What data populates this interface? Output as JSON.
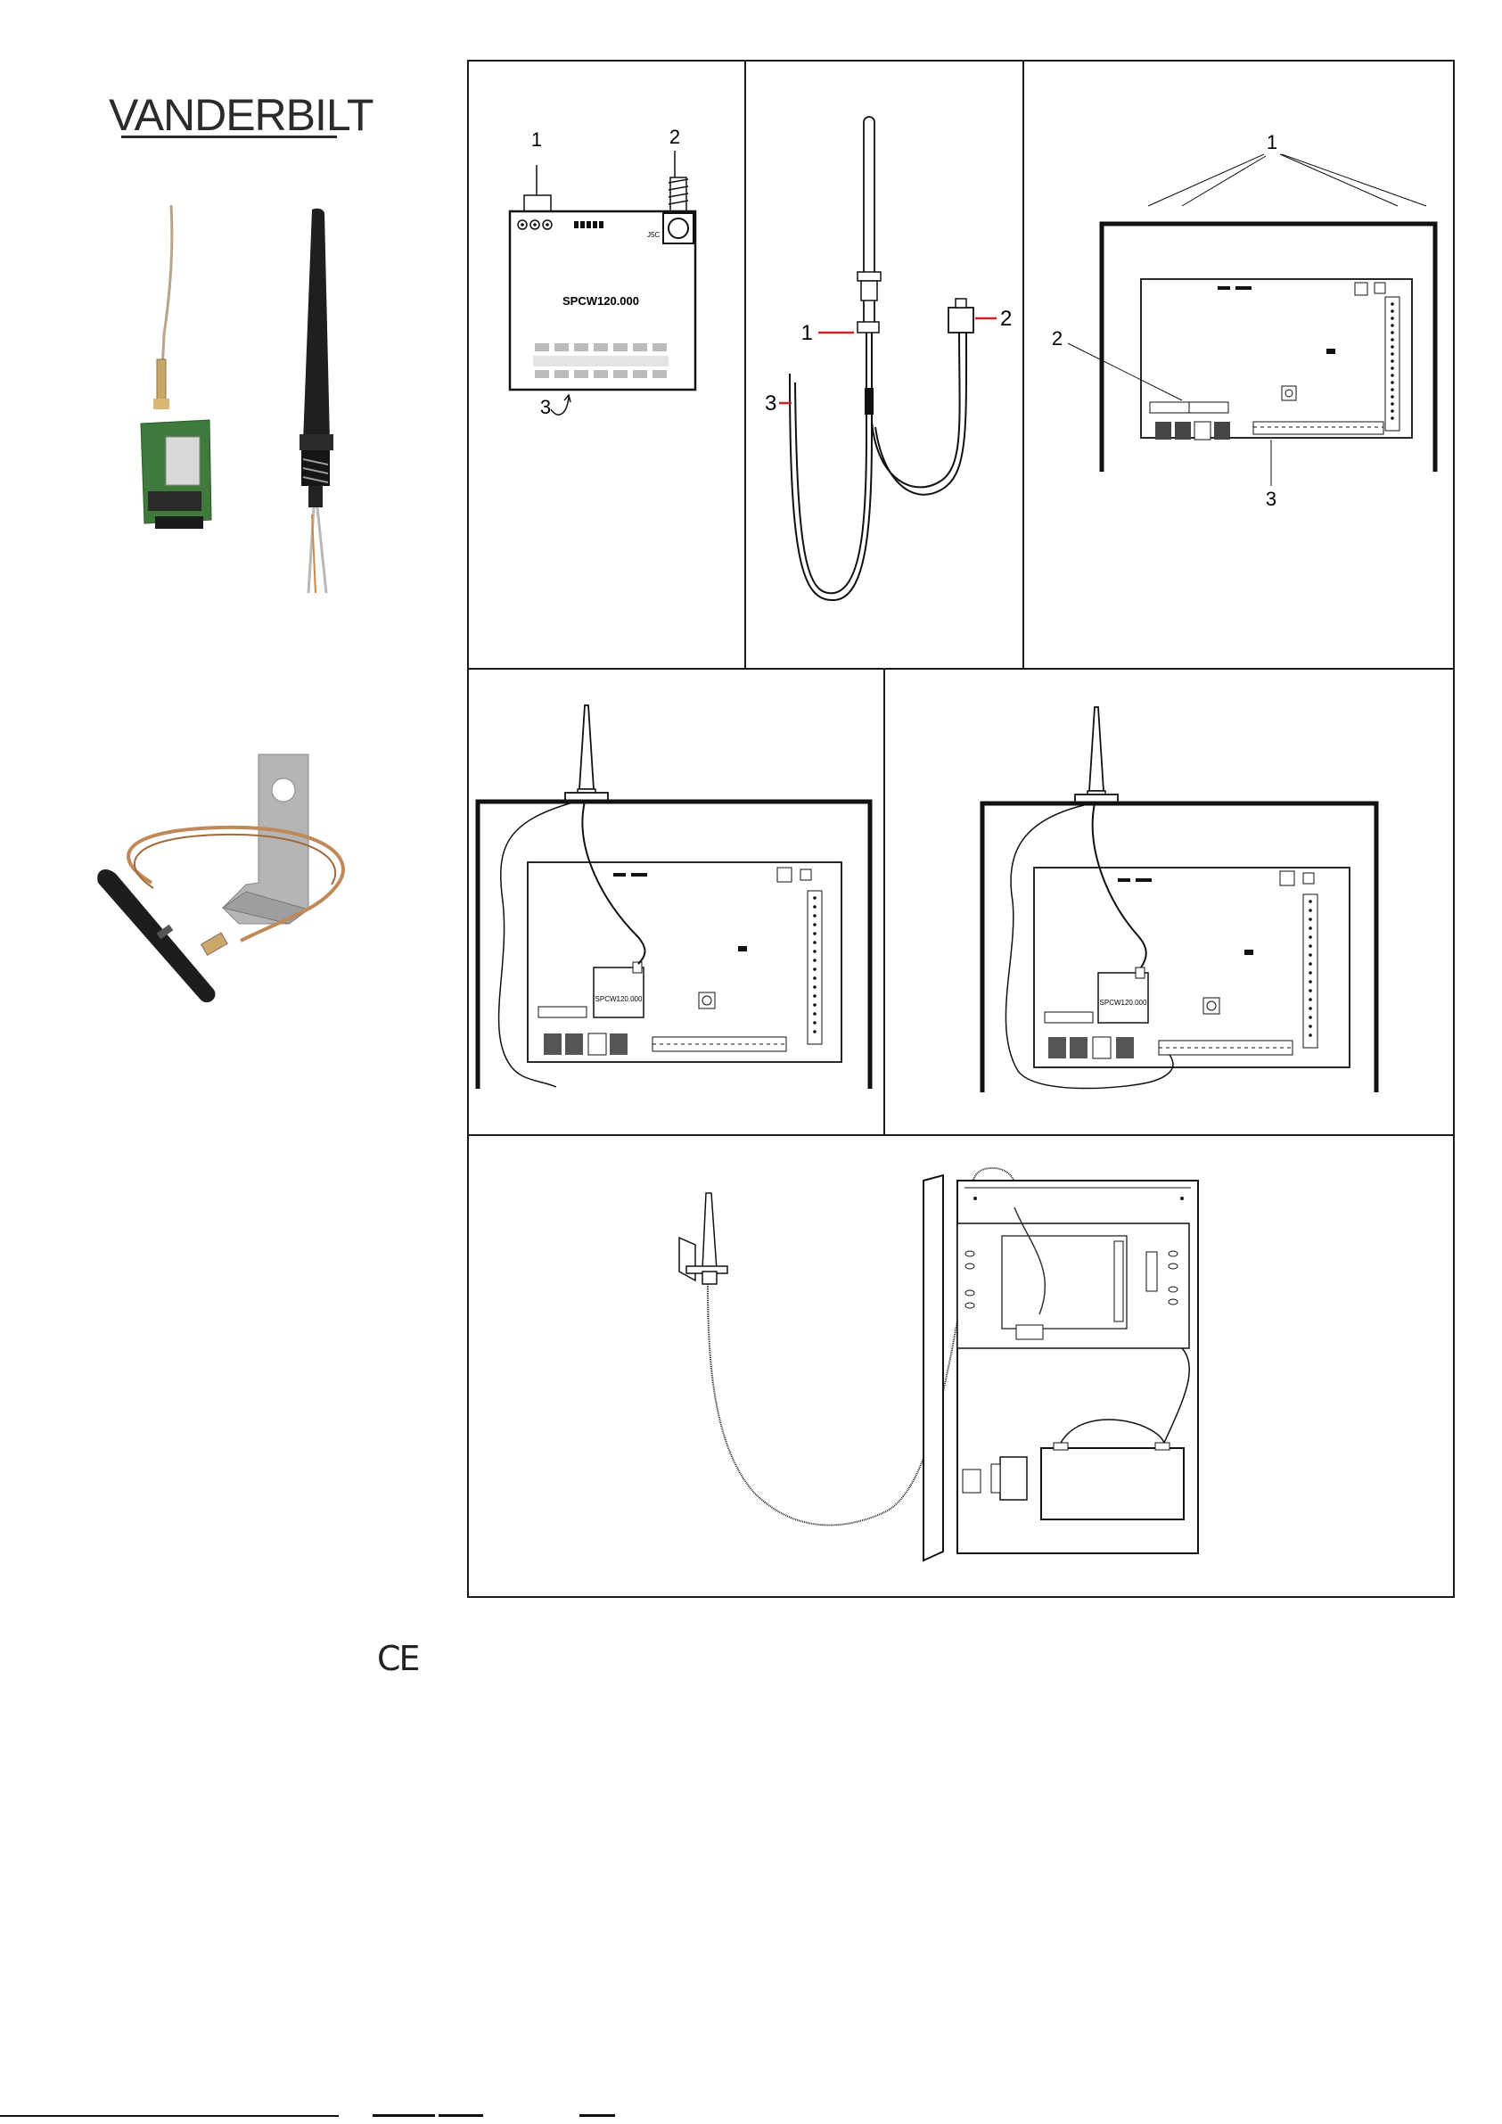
{
  "brand": {
    "logo_text": "VANDERBILT"
  },
  "panels": {
    "panel1": {
      "callouts": [
        "1",
        "2",
        "3"
      ],
      "board_label": "SPCW120.000"
    },
    "panel2": {
      "callouts": [
        "1",
        "2",
        "3"
      ]
    },
    "panel3": {
      "callouts": [
        "1",
        "2",
        "3"
      ]
    },
    "panel4": {
      "module_label": "SPCW120.000"
    },
    "panel5": {
      "module_label": "SPCW120.000"
    }
  },
  "marks": {
    "ce": "CE"
  }
}
